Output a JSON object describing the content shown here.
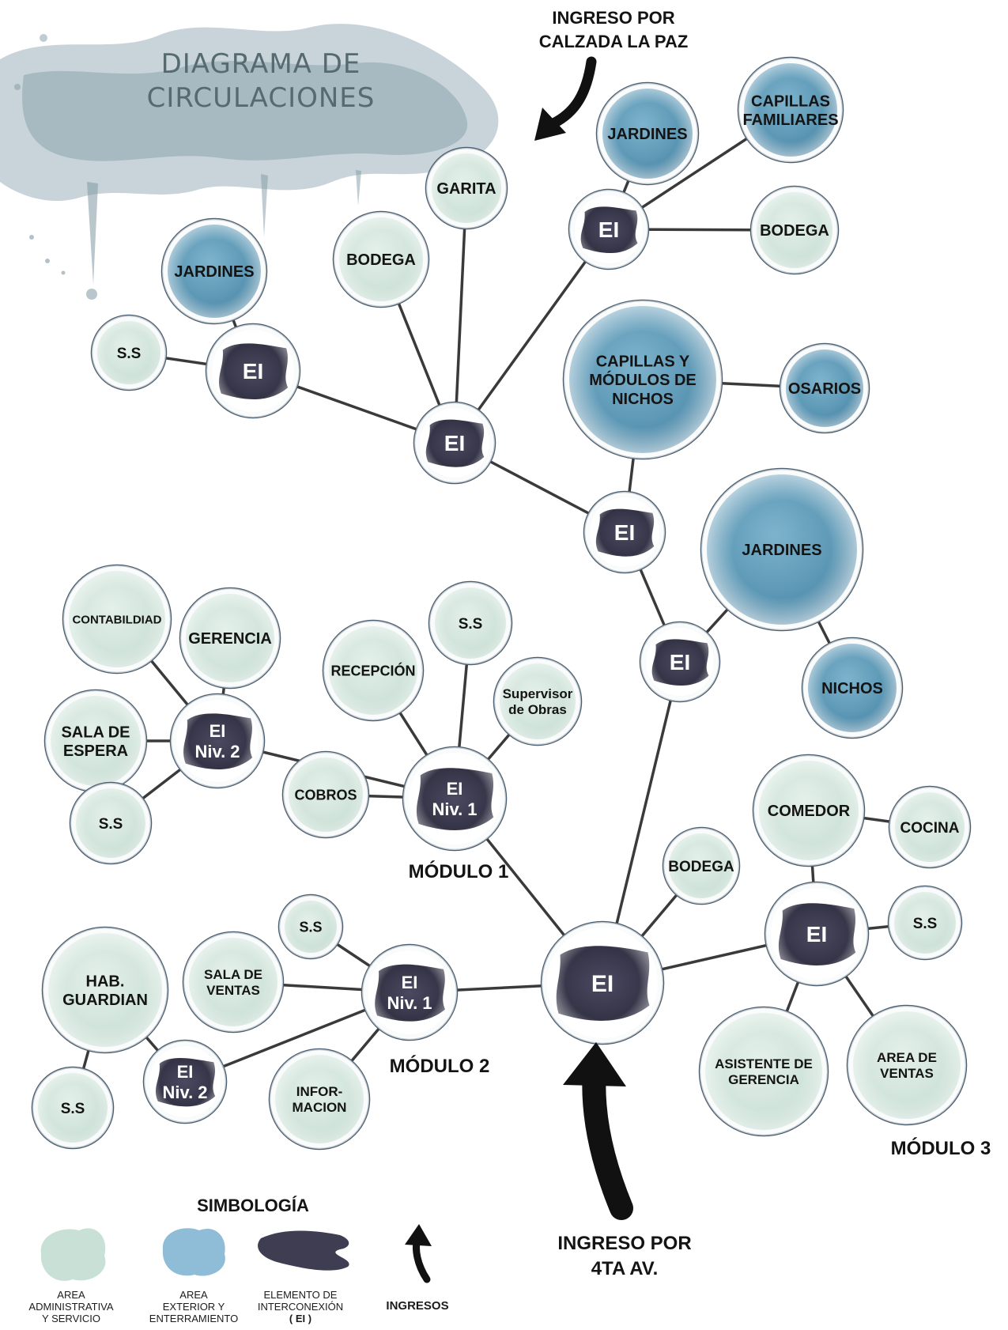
{
  "title": {
    "line1": "DIAGRAMA DE",
    "line2": "CIRCULACIONES"
  },
  "entrances": {
    "top": {
      "line1": "INGRESO POR",
      "line2": "CALZADA LA PAZ"
    },
    "bottom": {
      "line1": "INGRESO POR",
      "line2": "4TA AV."
    }
  },
  "modules": {
    "m1": "MÓDULO 1",
    "m2": "MÓDULO 2",
    "m3": "MÓDULO 3"
  },
  "nodes": {
    "garita": [
      "GARITA"
    ],
    "bodega_top": [
      "BODEGA"
    ],
    "jardines_tl": [
      "JARDINES"
    ],
    "ss_tl": [
      "S.S"
    ],
    "jardines_tr": [
      "JARDINES"
    ],
    "capillas_fam": [
      "CAPILLAS",
      "FAMILIARES"
    ],
    "bodega_tr": [
      "BODEGA"
    ],
    "capillas_mod": [
      "CAPILLAS Y",
      "MÓDULOS DE",
      "NICHOS"
    ],
    "osarios": [
      "OSARIOS"
    ],
    "jardines_big": [
      "JARDINES"
    ],
    "nichos": [
      "NICHOS"
    ],
    "contabilidad": [
      "CONTABILDIAD"
    ],
    "gerencia": [
      "GERENCIA"
    ],
    "sala_espera": [
      "SALA DE",
      "ESPERA"
    ],
    "ss_m1_left": [
      "S.S"
    ],
    "recepcion": [
      "RECEPCIÓN"
    ],
    "ss_m1_top": [
      "S.S"
    ],
    "supervisor": [
      "Supervisor",
      "de Obras"
    ],
    "cobros": [
      "COBROS"
    ],
    "bodega_m3": [
      "BODEGA"
    ],
    "comedor": [
      "COMEDOR"
    ],
    "cocina": [
      "COCINA"
    ],
    "ss_m3": [
      "S.S"
    ],
    "asistente": [
      "ASISTENTE DE",
      "GERENCIA"
    ],
    "area_ventas": [
      "AREA DE",
      "VENTAS"
    ],
    "ss_m2_top": [
      "S.S"
    ],
    "sala_ventas": [
      "SALA DE",
      "VENTAS"
    ],
    "hab_guardian": [
      "HAB.",
      "GUARDIAN"
    ],
    "ss_m2_bottom": [
      "S.S"
    ],
    "informacion": [
      "INFOR-",
      "MACION"
    ]
  },
  "ei": {
    "ei_tl": [
      "EI"
    ],
    "ei_tr": [
      "EI"
    ],
    "ei_center": [
      "EI"
    ],
    "ei_mid": [
      "EI"
    ],
    "ei_lower": [
      "EI"
    ],
    "ei_main": [
      "EI"
    ],
    "ei_m3": [
      "EI"
    ],
    "ei_m1_n1": [
      "EI",
      "Niv. 1"
    ],
    "ei_m1_n2": [
      "EI",
      "Niv. 2"
    ],
    "ei_m2_n1": [
      "EI",
      "Niv. 1"
    ],
    "ei_m2_n2": [
      "EI",
      "Niv. 2"
    ]
  },
  "legend": {
    "title": "SIMBOLOGÍA",
    "items": [
      {
        "kind": "admin",
        "lines": [
          "AREA",
          "ADMINISTRATIVA",
          "Y SERVICIO"
        ]
      },
      {
        "kind": "exterior",
        "lines": [
          "AREA",
          "EXTERIOR Y",
          "ENTERRAMIENTO"
        ]
      },
      {
        "kind": "ei",
        "lines": [
          "ELEMENTO DE",
          "INTERCONEXIÓN",
          "( EI )"
        ]
      },
      {
        "kind": "ingreso",
        "lines": [
          "INGRESOS"
        ]
      }
    ]
  },
  "colors": {
    "admin_fill": "#d2e5dd",
    "exterior_fill": "#5f9cb9",
    "ei_fill": "#3e3d52",
    "node_stroke": "#4c5f70",
    "link": "#3a3a3a",
    "arrow": "#111111",
    "splash": "#8fa8b2"
  }
}
